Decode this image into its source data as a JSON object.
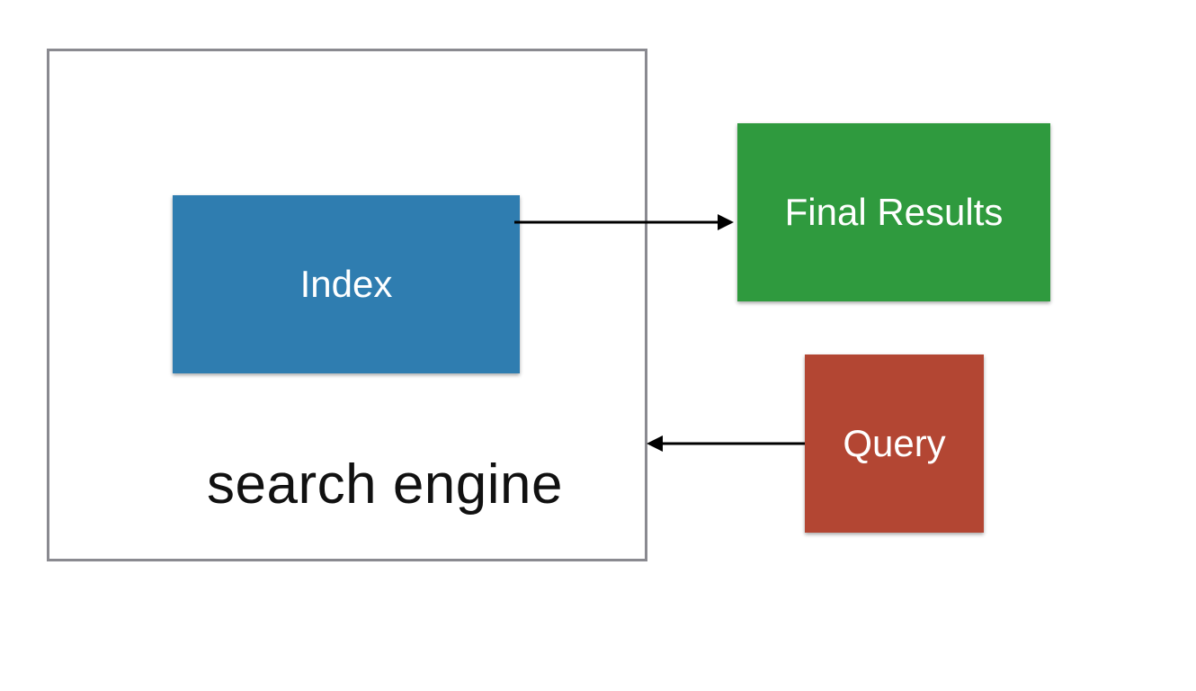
{
  "diagram": {
    "container": {
      "label": "search engine",
      "border_color": "#8a8a90"
    },
    "nodes": {
      "index": {
        "label": "Index",
        "color": "#2f7db0"
      },
      "final_results": {
        "label": "Final Results",
        "color": "#2f9a3e"
      },
      "query": {
        "label": "Query",
        "color": "#b34633"
      }
    },
    "edges": [
      {
        "from": "index",
        "to": "final_results"
      },
      {
        "from": "query",
        "to": "search engine"
      }
    ],
    "edge_color": "#000000"
  }
}
